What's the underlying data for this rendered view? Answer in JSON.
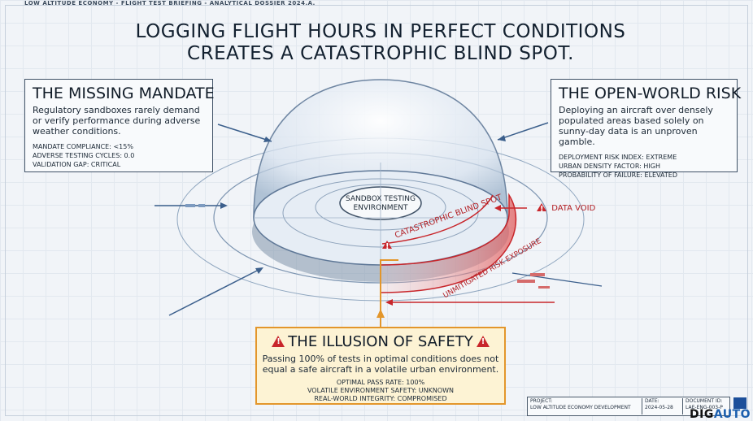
{
  "header": {
    "text": "LOW ALTITUDE ECONOMY - FLIGHT TEST BRIEFING - ANALYTICAL DOSSIER 2024.A."
  },
  "title": {
    "line1": "LOGGING FLIGHT HOURS IN PERFECT CONDITIONS",
    "line2": "CREATES A CATASTROPHIC BLIND SPOT."
  },
  "left_card": {
    "title": "THE MISSING MANDATE",
    "body": "Regulatory sandboxes rarely demand or verify performance during adverse weather conditions.",
    "stats": [
      "MANDATE COMPLIANCE: <15%",
      "ADVERSE TESTING CYCLES: 0.0",
      "VALIDATION GAP: CRITICAL"
    ]
  },
  "right_card": {
    "title": "THE OPEN-WORLD RISK",
    "body": "Deploying an aircraft over densely populated areas based solely on sunny-day data is an unproven gamble.",
    "stats": [
      "DEPLOYMENT RISK INDEX: EXTREME",
      "URBAN DENSITY FACTOR: HIGH",
      "PROBABILITY OF FAILURE: ELEVATED"
    ]
  },
  "bottom_card": {
    "title": "THE ILLUSION OF SAFETY",
    "body_line1": "Passing 100% of tests in optimal conditions does not",
    "body_line2": "equal a safe aircraft in a volatile urban environment.",
    "stats": [
      "OPTIMAL PASS RATE: 100%",
      "VOLATILE ENVIRONMENT SAFETY: UNKNOWN",
      "REAL-WORLD INTEGRITY: COMPROMISED"
    ]
  },
  "diagram": {
    "center_label_line1": "SANDBOX TESTING",
    "center_label_line2": "ENVIRONMENT",
    "blind_spot_label": "CATASTROPHIC BLIND SPOT",
    "data_void_label": "DATA VOID",
    "risk_exposure_label": "UNMITIGATED RISK EXPOSURE"
  },
  "footer": {
    "project_label": "PROJECT:",
    "project_value": "LOW ALTITUDE ECONOMY DEVELOPMENT",
    "date_label": "DATE:",
    "date_value": "2024-05-28",
    "doc_label": "DOCUMENT ID:",
    "doc_value": "LAE-ENG-003-P",
    "logo_a": "DIG",
    "logo_b": "AUTO"
  },
  "colors": {
    "accent_red": "#c8262b",
    "accent_orange": "#e3962b",
    "line_blue": "#3b5f8c",
    "ink": "#12202f"
  }
}
